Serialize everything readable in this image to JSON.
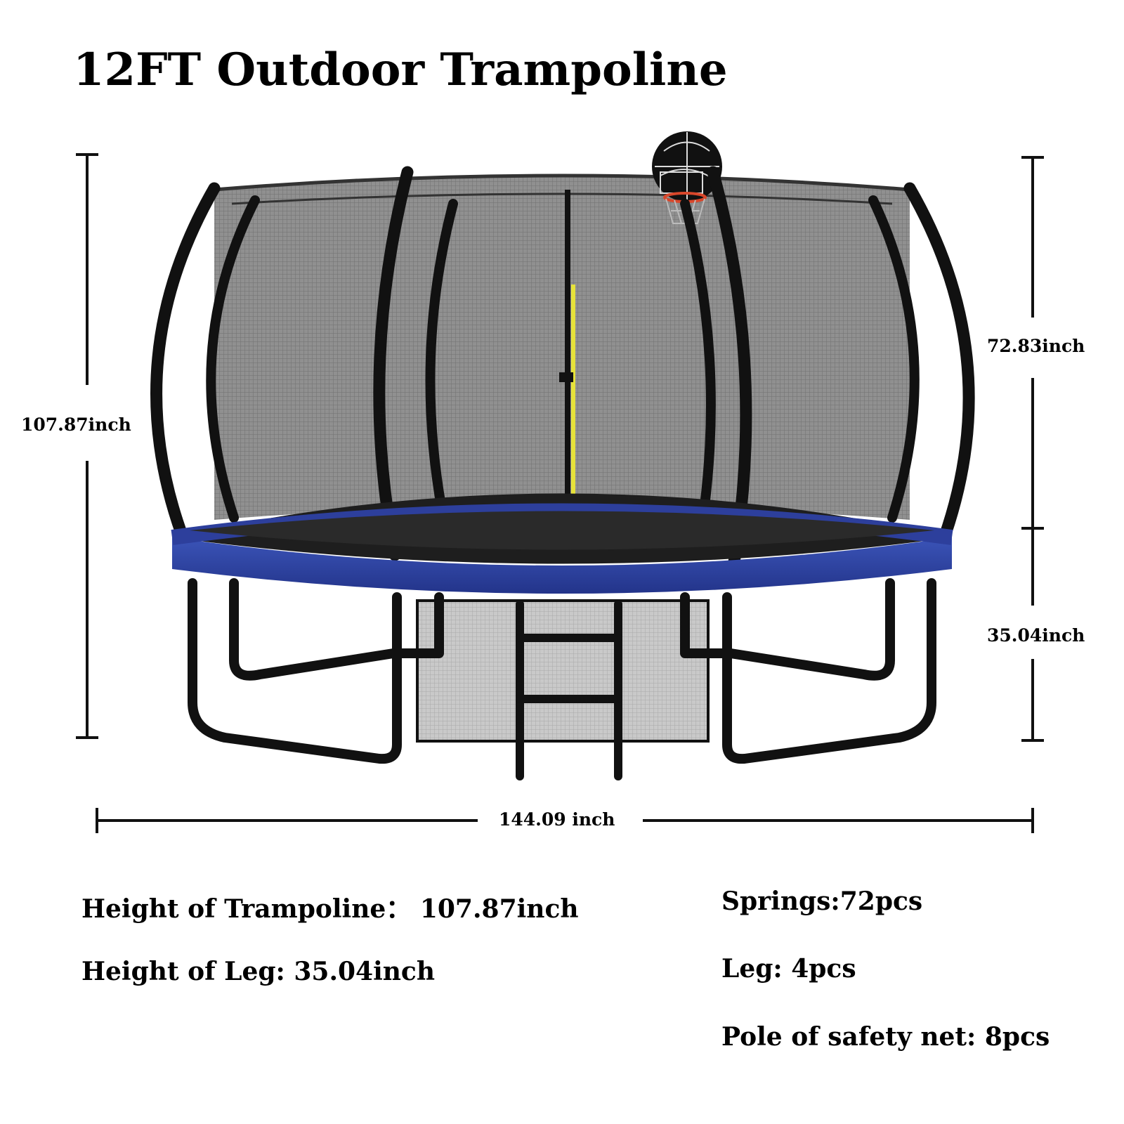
{
  "title": "12FT Outdoor Trampoline",
  "dimensions": {
    "total_height": "107.87inch",
    "net_height": "72.83inch",
    "leg_height": "35.04inch",
    "width": "144.09 inch"
  },
  "specs": {
    "left": [
      "Height of Trampoline：  107.87inch",
      "Height of Leg: 35.04inch"
    ],
    "right": [
      "Springs:72pcs",
      "Leg: 4pcs",
      "Pole of safety net: 8pcs"
    ]
  },
  "colors": {
    "frame_pad": "#2d3f9c",
    "net": "#7a7a7a",
    "poles": "#111111",
    "zipper": "#e6e23a",
    "hoop": "#d9472b"
  }
}
